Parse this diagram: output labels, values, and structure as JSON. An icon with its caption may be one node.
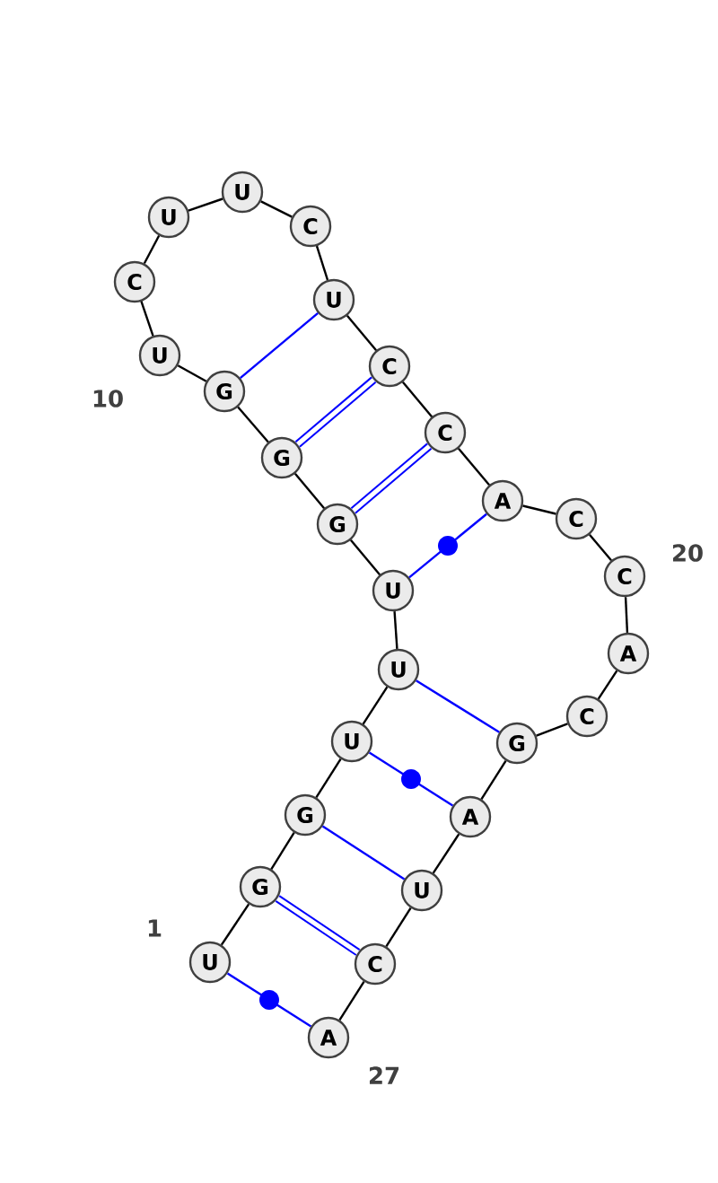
{
  "diagram": {
    "nodes": [
      {
        "text": [
          "U"
        ]
      },
      {
        "text": [
          "G"
        ]
      },
      {
        "text": [
          "G"
        ]
      },
      {
        "text": [
          "U"
        ]
      },
      {
        "text": [
          "U"
        ]
      },
      {
        "text": [
          "U"
        ]
      },
      {
        "text": [
          "G"
        ]
      },
      {
        "text": [
          "G"
        ]
      },
      {
        "text": [
          "G"
        ]
      },
      {
        "text": [
          "U"
        ]
      },
      {
        "text": [
          "C"
        ]
      },
      {
        "text": [
          "U"
        ]
      },
      {
        "text": [
          "U"
        ]
      },
      {
        "text": [
          "C"
        ]
      },
      {
        "text": [
          "U"
        ]
      },
      {
        "text": [
          "C"
        ]
      },
      {
        "text": [
          "C"
        ]
      },
      {
        "text": [
          "A"
        ]
      },
      {
        "text": [
          "C"
        ]
      },
      {
        "text": [
          "C"
        ]
      },
      {
        "text": [
          "A"
        ]
      },
      {
        "text": [
          "C"
        ]
      },
      {
        "text": [
          "G"
        ]
      },
      {
        "text": [
          "A"
        ]
      },
      {
        "text": [
          "U"
        ]
      },
      {
        "text": [
          "C"
        ]
      },
      {
        "text": [
          "A"
        ]
      }
    ],
    "edges": [
      {
        "from": 0,
        "to": 1,
        "arrow": "none"
      },
      {
        "from": 1,
        "to": 2,
        "arrow": "none"
      },
      {
        "from": 2,
        "to": 3,
        "arrow": "none"
      },
      {
        "from": 3,
        "to": 4,
        "arrow": "none"
      },
      {
        "from": 4,
        "to": 5,
        "arrow": "none"
      },
      {
        "from": 5,
        "to": 6,
        "arrow": "none"
      },
      {
        "from": 6,
        "to": 7,
        "arrow": "none"
      },
      {
        "from": 7,
        "to": 8,
        "arrow": "none"
      },
      {
        "from": 8,
        "to": 9,
        "arrow": "none"
      },
      {
        "from": 9,
        "to": 10,
        "arrow": "none"
      },
      {
        "from": 10,
        "to": 11,
        "arrow": "none"
      },
      {
        "from": 11,
        "to": 12,
        "arrow": "none"
      },
      {
        "from": 12,
        "to": 13,
        "arrow": "none"
      },
      {
        "from": 13,
        "to": 14,
        "arrow": "none"
      },
      {
        "from": 14,
        "to": 15,
        "arrow": "none"
      },
      {
        "from": 15,
        "to": 16,
        "arrow": "none"
      },
      {
        "from": 16,
        "to": 17,
        "arrow": "none"
      },
      {
        "from": 17,
        "to": 18,
        "arrow": "none"
      },
      {
        "from": 18,
        "to": 19,
        "arrow": "none"
      },
      {
        "from": 19,
        "to": 20,
        "arrow": "none"
      },
      {
        "from": 20,
        "to": 21,
        "arrow": "none"
      },
      {
        "from": 21,
        "to": 22,
        "arrow": "none"
      },
      {
        "from": 22,
        "to": 23,
        "arrow": "none"
      },
      {
        "from": 23,
        "to": 24,
        "arrow": "none"
      },
      {
        "from": 24,
        "to": 25,
        "arrow": "none"
      },
      {
        "from": 25,
        "to": 26,
        "arrow": "none"
      },
      {
        "from": 8,
        "to": 14,
        "arrow": "none",
        "color": "#0000ff"
      },
      {
        "from": 7,
        "to": 15,
        "arrow": "none",
        "color": "#0000ff",
        "style": "thick"
      },
      {
        "from": 6,
        "to": 16,
        "arrow": "none",
        "color": "#0000ff",
        "style": "thick"
      },
      {
        "from": 5,
        "to": 17,
        "arrow": "none",
        "color": "#0000ff"
      },
      {
        "from": 4,
        "to": 22,
        "arrow": "none",
        "color": "#0000ff"
      },
      {
        "from": 3,
        "to": 23,
        "arrow": "none",
        "color": "#0000ff"
      },
      {
        "from": 2,
        "to": 24,
        "arrow": "none",
        "color": "#0000ff"
      },
      {
        "from": 1,
        "to": 25,
        "arrow": "none",
        "color": "#0000ff",
        "style": "thick"
      },
      {
        "from": 0,
        "to": 26,
        "arrow": "none",
        "color": "#0000ff"
      }
    ],
    "labels": [
      "10",
      "20",
      "1",
      "27"
    ]
  }
}
